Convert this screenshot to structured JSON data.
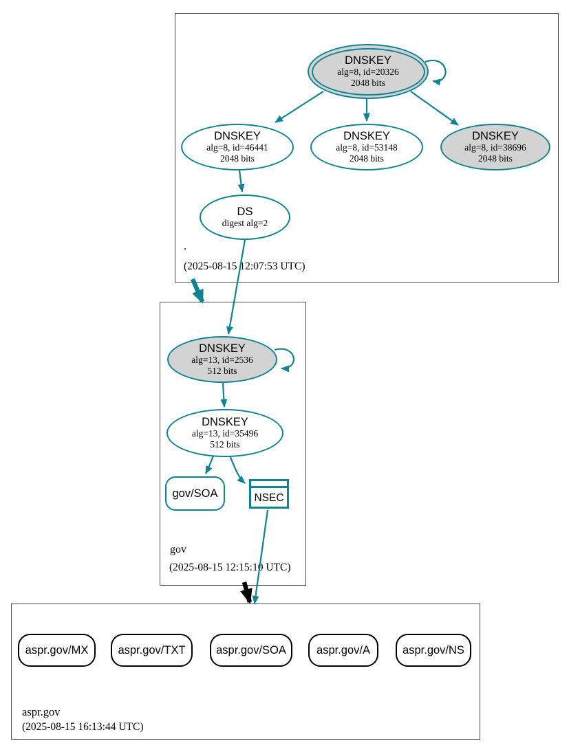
{
  "colors": {
    "secure": "#0e8394",
    "insecure": "#000000",
    "ksk-fill": "#d3d3d3",
    "node-fill": "#ffffff",
    "zonebox-border": "#4a4a4a"
  },
  "zones": [
    {
      "name": ".",
      "timestamp": "(2025-08-15 12:07:53 UTC)",
      "nodes": {
        "ksk": {
          "title": "DNSKEY",
          "detail": "alg=8, id=20326",
          "size": "2048 bits"
        },
        "zsk1": {
          "title": "DNSKEY",
          "detail": "alg=8, id=46441",
          "size": "2048 bits"
        },
        "zsk2": {
          "title": "DNSKEY",
          "detail": "alg=8, id=53148",
          "size": "2048 bits"
        },
        "zsk3": {
          "title": "DNSKEY",
          "detail": "alg=8, id=38696",
          "size": "2048 bits"
        },
        "ds": {
          "title": "DS",
          "detail": "digest alg=2"
        }
      }
    },
    {
      "name": "gov",
      "timestamp": "(2025-08-15 12:15:10 UTC)",
      "nodes": {
        "ksk": {
          "title": "DNSKEY",
          "detail": "alg=13, id=2536",
          "size": "512 bits"
        },
        "zsk": {
          "title": "DNSKEY",
          "detail": "alg=13, id=35496",
          "size": "512 bits"
        },
        "soa": {
          "label": "gov/SOA"
        },
        "nsec": {
          "label": "NSEC"
        }
      }
    },
    {
      "name": "aspr.gov",
      "timestamp": "(2025-08-15 16:13:44 UTC)",
      "rrsets": [
        {
          "label": "aspr.gov/MX"
        },
        {
          "label": "aspr.gov/TXT"
        },
        {
          "label": "aspr.gov/SOA"
        },
        {
          "label": "aspr.gov/A"
        },
        {
          "label": "aspr.gov/NS"
        }
      ]
    }
  ]
}
